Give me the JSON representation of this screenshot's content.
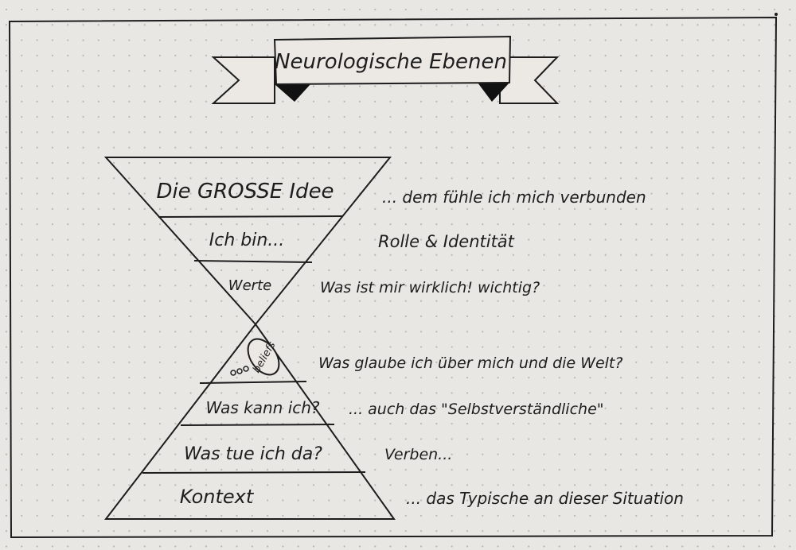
{
  "title": "Neurologische Ebenen",
  "levels": [
    {
      "label": "Die GROSSE Idee",
      "note": "... dem fühle ich mich verbunden"
    },
    {
      "label": "Ich bin...",
      "note": "Rolle & Identität"
    },
    {
      "label": "Werte",
      "note": "Was ist mir wirklich! wichtig?"
    },
    {
      "label": "beliefs",
      "note": "Was glaube ich über mich und die Welt?"
    },
    {
      "label": "Was kann ich?",
      "note": "... auch das \"Selbstverständliche\""
    },
    {
      "label": "Was tue ich da?",
      "note": "Verben..."
    },
    {
      "label": "Kontext",
      "note": "... das Typische an dieser Situation"
    }
  ],
  "colors": {
    "ink": "#1d1d1d",
    "paper": "#e9e7e3",
    "dots": "#b9b6b1"
  }
}
